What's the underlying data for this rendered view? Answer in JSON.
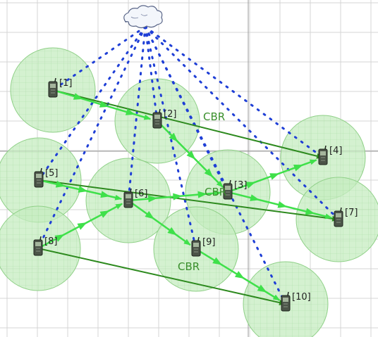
{
  "colors": {
    "background": "#ffffff",
    "grid": "#d4d4d4",
    "grid_axis": "#9a9a9a",
    "coverage_fill": "#c6ecc0",
    "coverage_mesh": "#8fd087",
    "wireless_link": "#1f3fd6",
    "route_link": "#2d8a1e",
    "packet_arrow": "#3fe04a",
    "node_body": "#4b5448"
  },
  "cloud": {
    "icon": "cloud-icon",
    "label": ""
  },
  "nodes": [
    {
      "id": "1",
      "label": "[1]",
      "icon": "mobile-node-icon"
    },
    {
      "id": "2",
      "label": "[2]",
      "icon": "mobile-node-icon"
    },
    {
      "id": "3",
      "label": "[3]",
      "icon": "mobile-node-icon"
    },
    {
      "id": "4",
      "label": "[4]",
      "icon": "mobile-node-icon"
    },
    {
      "id": "5",
      "label": "[5]",
      "icon": "mobile-node-icon"
    },
    {
      "id": "6",
      "label": "[6]",
      "icon": "mobile-node-icon"
    },
    {
      "id": "7",
      "label": "[7]",
      "icon": "mobile-node-icon"
    },
    {
      "id": "8",
      "label": "[8]",
      "icon": "mobile-node-icon"
    },
    {
      "id": "9",
      "label": "[9]",
      "icon": "mobile-node-icon"
    },
    {
      "id": "10",
      "label": "[10]",
      "icon": "mobile-node-icon"
    }
  ],
  "cbr_flows": [
    {
      "from": "1",
      "to": "4",
      "label": "CBR"
    },
    {
      "from": "5",
      "to": "7",
      "label": "CBR"
    },
    {
      "from": "8",
      "to": "10",
      "label": "CBR"
    }
  ],
  "packet_hops": [
    [
      "1",
      "2"
    ],
    [
      "2",
      "3"
    ],
    [
      "3",
      "4"
    ],
    [
      "5",
      "6"
    ],
    [
      "6",
      "3"
    ],
    [
      "3",
      "7"
    ],
    [
      "8",
      "6"
    ],
    [
      "6",
      "9"
    ],
    [
      "9",
      "10"
    ]
  ]
}
